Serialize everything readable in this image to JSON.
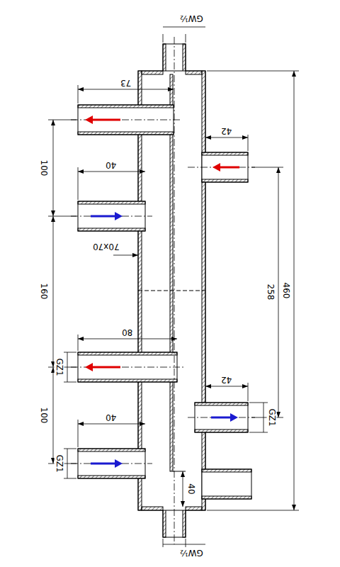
{
  "diagram": {
    "labels": [
      "GW½",
      "73",
      "42",
      "100",
      "40",
      "70x70",
      "258",
      "460",
      "160",
      "80",
      "GZ1",
      "42",
      "100",
      "40",
      "GZ1",
      "GZ1",
      "40",
      "GW½"
    ]
  }
}
